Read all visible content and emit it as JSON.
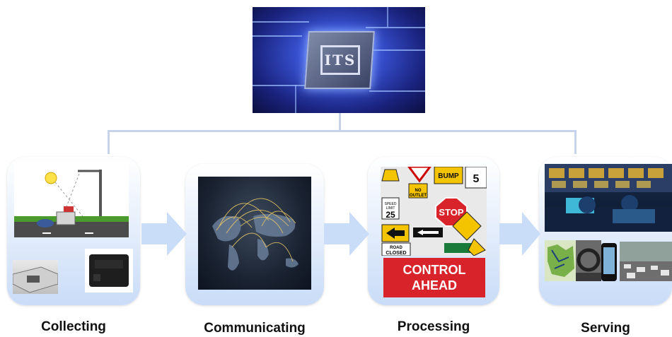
{
  "chip": {
    "label": "ITS"
  },
  "stages": [
    {
      "caption": "Collecting"
    },
    {
      "caption": "Communicating"
    },
    {
      "caption": "Processing"
    },
    {
      "caption": "Serving"
    }
  ],
  "processing": {
    "control_line1": "CONTROL",
    "control_line2": "AHEAD",
    "sign_words": [
      "STOP",
      "ROAD CLOSED",
      "NO OUTLET",
      "BUMP",
      "ONE WAY",
      "SPEED LIMIT 25"
    ]
  }
}
